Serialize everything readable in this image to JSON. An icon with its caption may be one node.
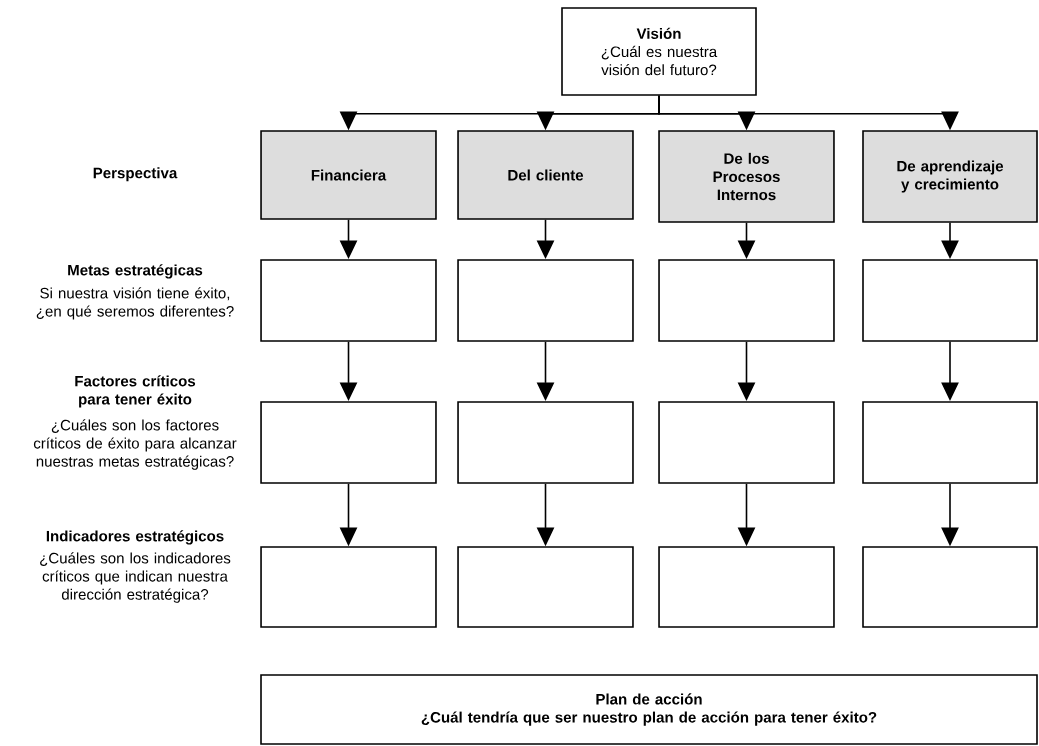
{
  "diagram": {
    "nodes": [
      {
        "text": [
          "Visión",
          "¿Cuál es nuestra visión del futuro?"
        ]
      },
      {
        "text": [
          "Financiera"
        ]
      },
      {
        "text": [
          "Del cliente"
        ]
      },
      {
        "text": [
          "De los Procesos Internos"
        ]
      },
      {
        "text": [
          "De aprendizaje y crecimiento"
        ]
      },
      {
        "text": [],
        "shape": "box"
      },
      {
        "text": [],
        "shape": "box"
      },
      {
        "text": [],
        "shape": "box"
      },
      {
        "text": [],
        "shape": "box"
      },
      {
        "text": [],
        "shape": "box"
      },
      {
        "text": [],
        "shape": "box"
      },
      {
        "text": [],
        "shape": "box"
      },
      {
        "text": [],
        "shape": "box"
      },
      {
        "text": [],
        "shape": "box"
      },
      {
        "text": [],
        "shape": "box"
      },
      {
        "text": [],
        "shape": "box"
      },
      {
        "text": [],
        "shape": "box"
      },
      {
        "text": [
          "Plan de acción",
          "¿Cuál tendría que ser nuestro plan de acción para tener éxito?"
        ]
      }
    ],
    "edges": [
      {
        "from": 0,
        "to": 1,
        "arrow": "to"
      },
      {
        "from": 0,
        "to": 2,
        "arrow": "to"
      },
      {
        "from": 0,
        "to": 3,
        "arrow": "to"
      },
      {
        "from": 0,
        "to": 4,
        "arrow": "to"
      },
      {
        "from": 1,
        "to": 5,
        "arrow": "to"
      },
      {
        "from": 2,
        "to": 6,
        "arrow": "to"
      },
      {
        "from": 3,
        "to": 7,
        "arrow": "to"
      },
      {
        "from": 4,
        "to": 8,
        "arrow": "to"
      },
      {
        "from": 5,
        "to": 9,
        "arrow": "to"
      },
      {
        "from": 6,
        "to": 10,
        "arrow": "to"
      },
      {
        "from": 7,
        "to": 11,
        "arrow": "to"
      },
      {
        "from": 8,
        "to": 12,
        "arrow": "to"
      },
      {
        "from": 9,
        "to": 13,
        "arrow": "to"
      },
      {
        "from": 10,
        "to": 14,
        "arrow": "to"
      },
      {
        "from": 11,
        "to": 15,
        "arrow": "to"
      },
      {
        "from": 12,
        "to": 16,
        "arrow": "to"
      }
    ],
    "labels": [
      "Perspectiva",
      "Metas estratégicas",
      "Si nuestra visión tiene éxito, ¿en qué seremos diferentes?",
      "Factores críticos para tener éxito",
      "¿Cuáles son los factores críticos de éxito para alcanzar nuestras metas estratégicas?",
      "Indicadores estratégicos",
      "¿Cuáles son los indicadores críticos que indican nuestra dirección estratégica?"
    ]
  }
}
